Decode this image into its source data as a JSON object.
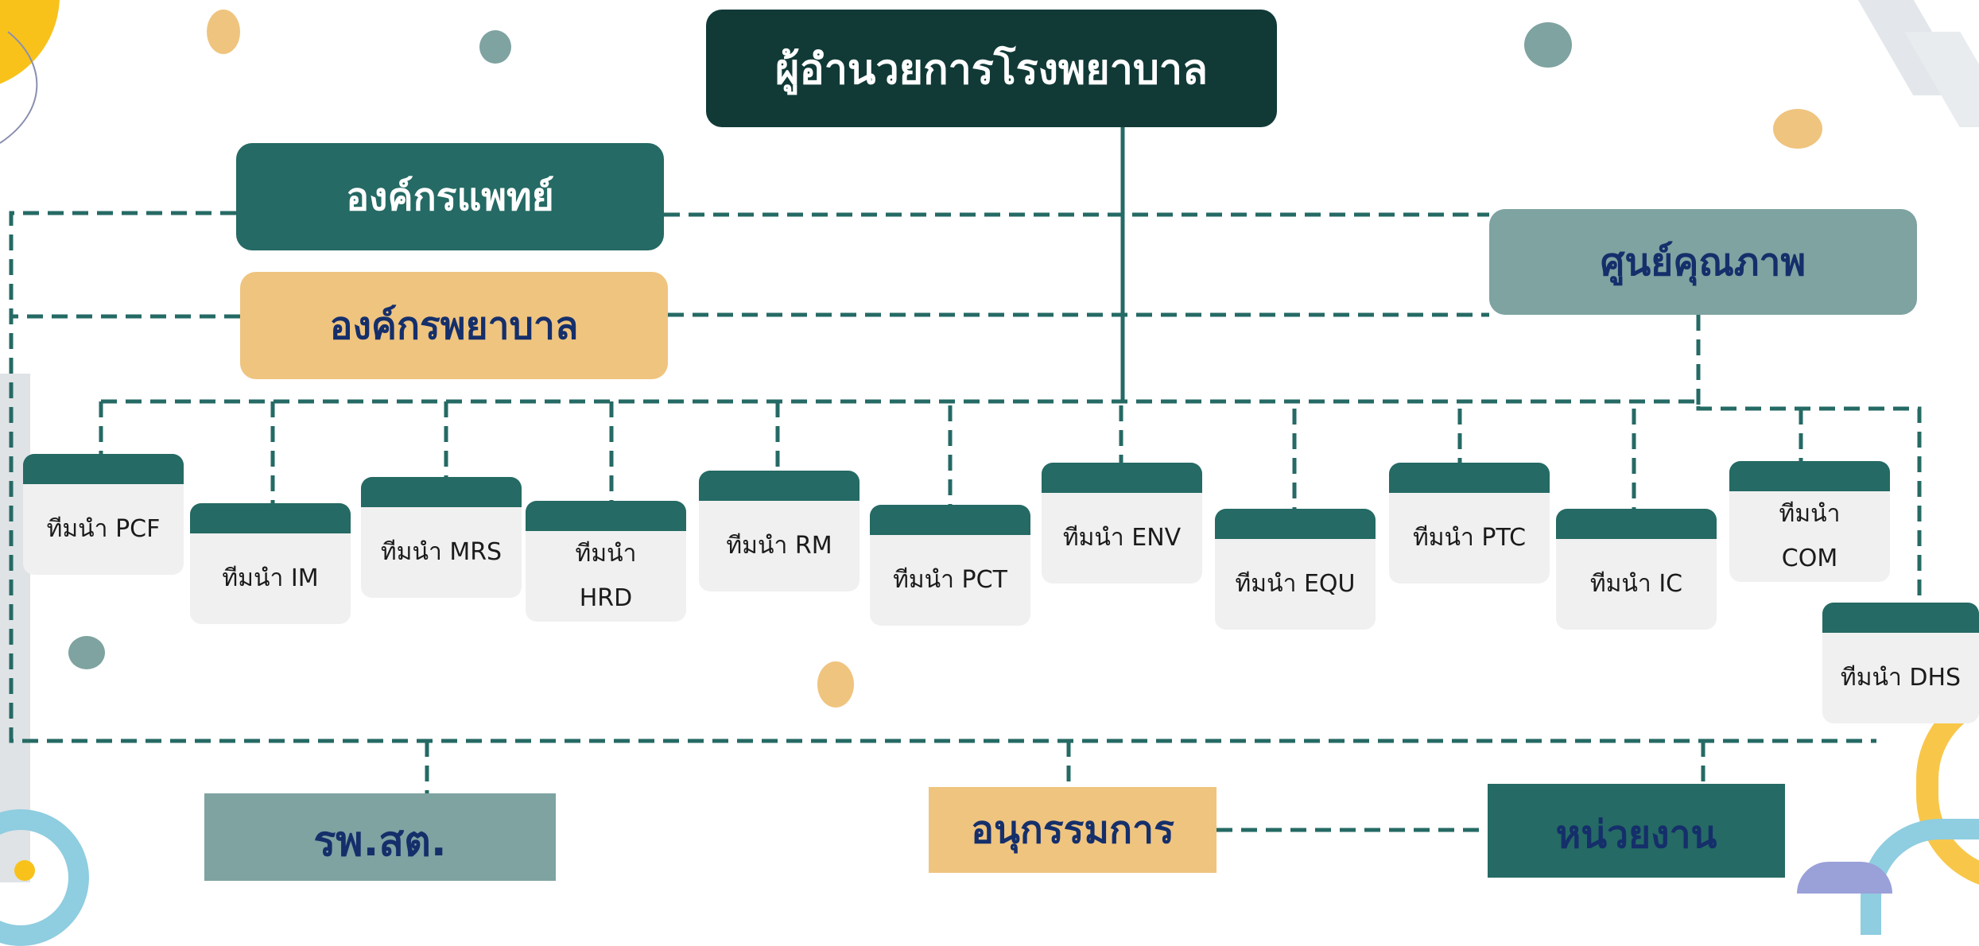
{
  "top": {
    "label": "ผู้อำนวยการโรงพยาบาล"
  },
  "left_groups": [
    {
      "label": "องค์กรแพทย์"
    },
    {
      "label": "องค์กรพยาบาล"
    }
  ],
  "quality_center": {
    "label": "ศูนย์คุณภาพ"
  },
  "teams": [
    {
      "label": "ทีมนำ PCF"
    },
    {
      "label": "ทีมนำ IM"
    },
    {
      "label": "ทีมนำ MRS"
    },
    {
      "label": "ทีมนำ\nHRD"
    },
    {
      "label": "ทีมนำ RM"
    },
    {
      "label": "ทีมนำ PCT"
    },
    {
      "label": "ทีมนำ ENV"
    },
    {
      "label": "ทีมนำ EQU"
    },
    {
      "label": "ทีมนำ PTC"
    },
    {
      "label": "ทีมนำ IC"
    },
    {
      "label": "ทีมนำ\nCOM"
    },
    {
      "label": "ทีมนำ DHS"
    }
  ],
  "bottom": [
    {
      "label": "รพ.สต."
    },
    {
      "label": "อนุกรรมการ"
    },
    {
      "label": "หน่วยงาน"
    }
  ],
  "colors": {
    "dark": "#113a37",
    "teal": "#256a64",
    "sage": "#7ea3a1",
    "peach": "#efc47f",
    "navy_text": "#152f6b"
  }
}
